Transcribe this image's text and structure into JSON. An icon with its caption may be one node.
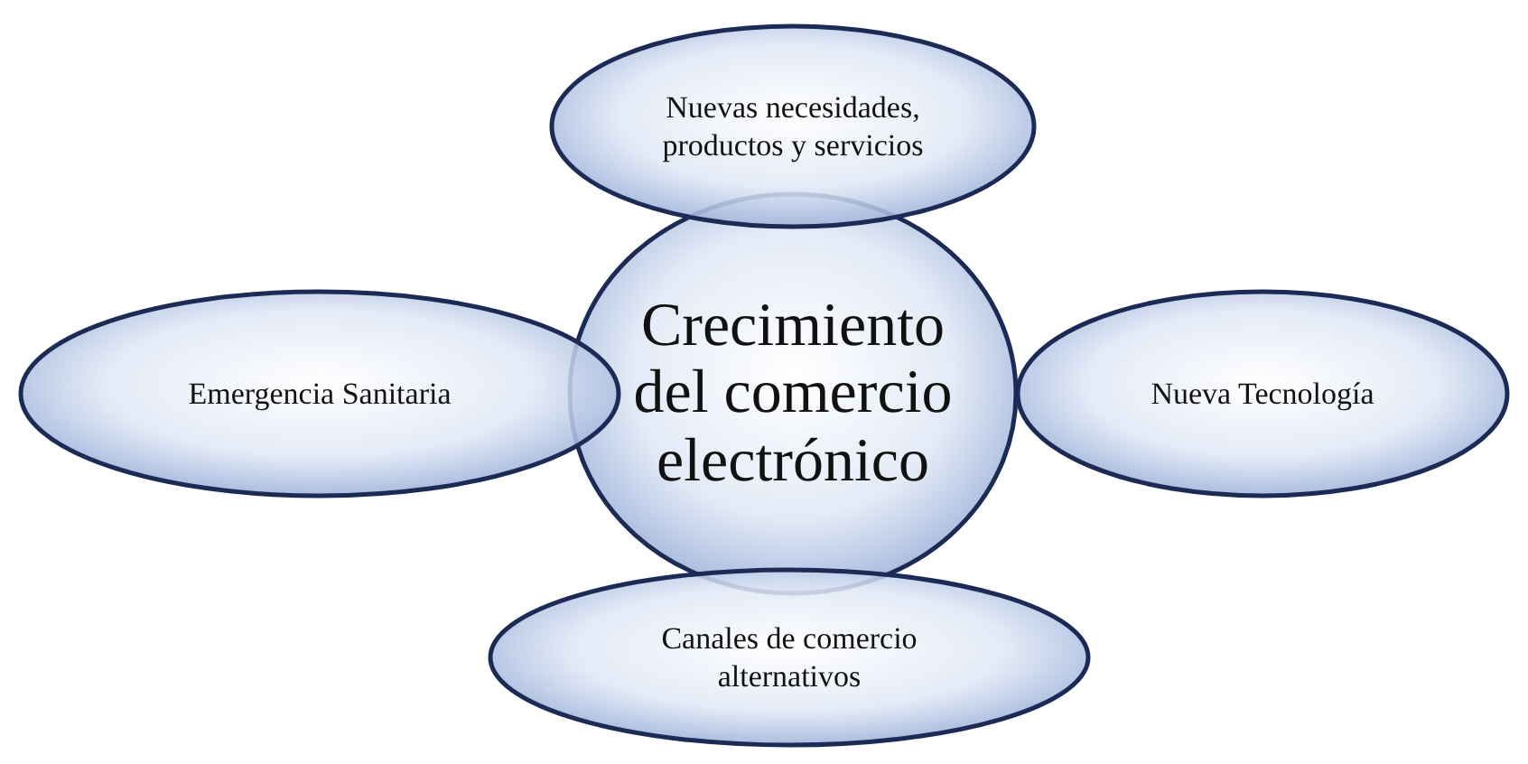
{
  "diagram": {
    "nodes": [
      {
        "text": [
          "Nuevas necesidades, productos y servicios"
        ]
      },
      {
        "text": [
          "Emergencia Sanitaria"
        ]
      },
      {
        "text": [
          "Crecimiento del comercio electrónico"
        ]
      },
      {
        "text": [
          "Nueva Tecnología"
        ]
      },
      {
        "text": [
          "Canales de comercio alternativos"
        ]
      }
    ]
  }
}
